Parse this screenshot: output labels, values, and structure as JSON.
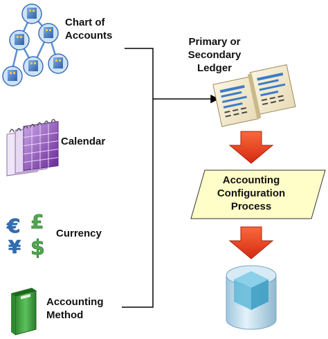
{
  "inputs": {
    "chart_of_accounts": {
      "line1": "Chart of",
      "line2": "Accounts"
    },
    "calendar": "Calendar",
    "currency": "Currency",
    "accounting_method": {
      "line1": "Accounting",
      "line2": "Method"
    }
  },
  "ledger": {
    "line1": "Primary or",
    "line2": "Secondary",
    "line3": "Ledger"
  },
  "process": {
    "line1": "Accounting",
    "line2": "Configuration",
    "line3": "Process"
  },
  "colors": {
    "arrow_red": "#e8411c",
    "process_fill": "#fffdc8",
    "connector": "#000000",
    "cylinder": "#b9d8ea",
    "cube": "#5fb9d8"
  },
  "icons": [
    "org-chart-icon",
    "calendar-icon",
    "currency-icon",
    "book-icon",
    "ledger-book-icon",
    "database-icon"
  ]
}
